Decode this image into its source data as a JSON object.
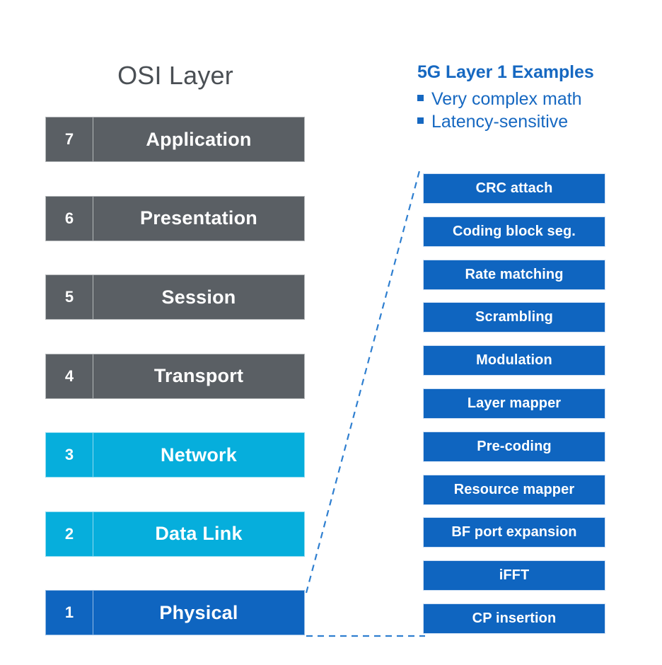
{
  "diagram": {
    "left_column": {
      "title": "OSI Layer",
      "layers": [
        {
          "number": "7",
          "name": "Application",
          "color": "#5a5f64",
          "group": "upper"
        },
        {
          "number": "6",
          "name": "Presentation",
          "color": "#5a5f64",
          "group": "upper"
        },
        {
          "number": "5",
          "name": "Session",
          "color": "#5a5f64",
          "group": "upper"
        },
        {
          "number": "4",
          "name": "Transport",
          "color": "#5a5f64",
          "group": "upper"
        },
        {
          "number": "3",
          "name": "Network",
          "color": "#06aedc",
          "group": "middle"
        },
        {
          "number": "2",
          "name": "Data Link",
          "color": "#06aedc",
          "group": "middle"
        },
        {
          "number": "1",
          "name": "Physical",
          "color": "#0f65c0",
          "group": "highlighted"
        }
      ]
    },
    "right_column": {
      "title": "5G Layer 1 Examples",
      "bullets": [
        "Very complex math",
        "Latency-sensitive"
      ],
      "steps": [
        "CRC attach",
        "Coding block seg.",
        "Rate matching",
        "Scrambling",
        "Modulation",
        "Layer mapper",
        "Pre-coding",
        "Resource mapper",
        "BF port expansion",
        "iFFT",
        "CP insertion"
      ]
    },
    "connector": {
      "style": "dashed",
      "color": "#2f7fd0",
      "description": "callout lines linking the Physical layer to the 5G Layer 1 step list"
    },
    "palette": {
      "gray": "#5a5f64",
      "cyan": "#06aedc",
      "blue": "#0f65c0",
      "title_gray": "#4a4f54",
      "accent_blue": "#1668c1",
      "background": "#ffffff"
    }
  }
}
